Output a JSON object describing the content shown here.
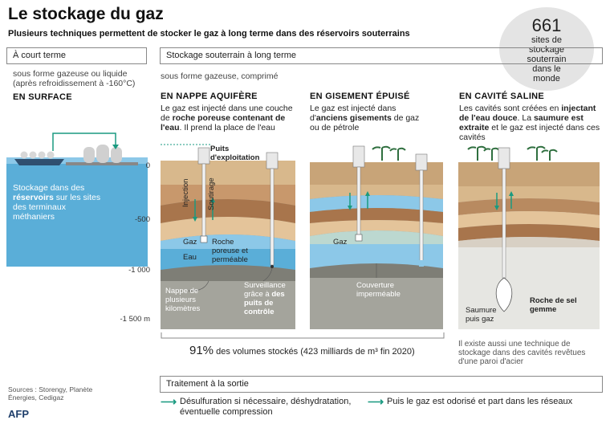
{
  "title": "Le stockage du gaz",
  "subtitle": "Plusieurs techniques permettent de stocker le gaz à long terme dans des réservoirs souterrains",
  "badge": {
    "number": "661",
    "text": "sites de stockage souterrain dans le monde"
  },
  "short_term": {
    "header": "À court terme",
    "state": "sous forme gazeuse ou liquide (après refroidissement à -160°C)",
    "section": "EN SURFACE",
    "desc_1": "Stockage dans des ",
    "desc_bold": "réservoirs",
    "desc_2": " sur les sites des terminaux méthaniers"
  },
  "long_term": {
    "header": "Stockage souterrain à long terme",
    "state": "sous forme gazeuse, comprimé"
  },
  "aquifer": {
    "section": "EN NAPPE AQUIFÈRE",
    "d1": "Le gaz est injecté dans une couche de ",
    "d_bold": "roche poreuse contenant de l'eau",
    "d2": ". Il prend la place de l'eau",
    "well_label": "Puits d'exploitation",
    "injection": "Injection",
    "soutirage": "Soutirage",
    "gaz": "Gaz",
    "eau": "Eau",
    "roche": "Roche poreuse et perméable",
    "nappe": "Nappe de plusieurs kilomètres",
    "surv_1": "Surveillance grâce à ",
    "surv_bold": "des puits de contrôle"
  },
  "depleted": {
    "section": "EN GISEMENT ÉPUISÉ",
    "d1": "Le gaz est injecté dans d'",
    "d_bold": "anciens gisements",
    "d2": " de gaz ou de pétrole",
    "gaz": "Gaz",
    "cover": "Couverture imperméable"
  },
  "salt": {
    "section": "EN CAVITÉ SALINE",
    "d1": "Les cavités sont créées en ",
    "d_bold1": "injectant de l'eau douce",
    "d2": ". La ",
    "d_bold2": "saumure est extraite",
    "d3": " et le gaz est injecté dans ces cavités",
    "brine": "Saumure puis gaz",
    "rock": "Roche de sel gemme",
    "note": "Il existe aussi une technique de stockage dans des cavités revêtues d'une paroi d'acier"
  },
  "axis": [
    "0",
    "-500",
    "-1 000",
    "-1 500 m"
  ],
  "share": {
    "pct": "91%",
    "rest": " des volumes stockés (423 milliards de m³ fin 2020)"
  },
  "treatment": {
    "header": "Traitement à la sortie",
    "item1": "Désulfuration si nécessaire, déshydratation, éventuelle compression",
    "item2": "Puis le gaz est odorisé et part dans les réseaux"
  },
  "sources": "Sources : Storengy, Planète Énergies, Cedigaz",
  "logo": "AFP",
  "colors": {
    "accent": "#1a9a80",
    "water": "#8cc8e8",
    "sea": "#5aaed8"
  }
}
